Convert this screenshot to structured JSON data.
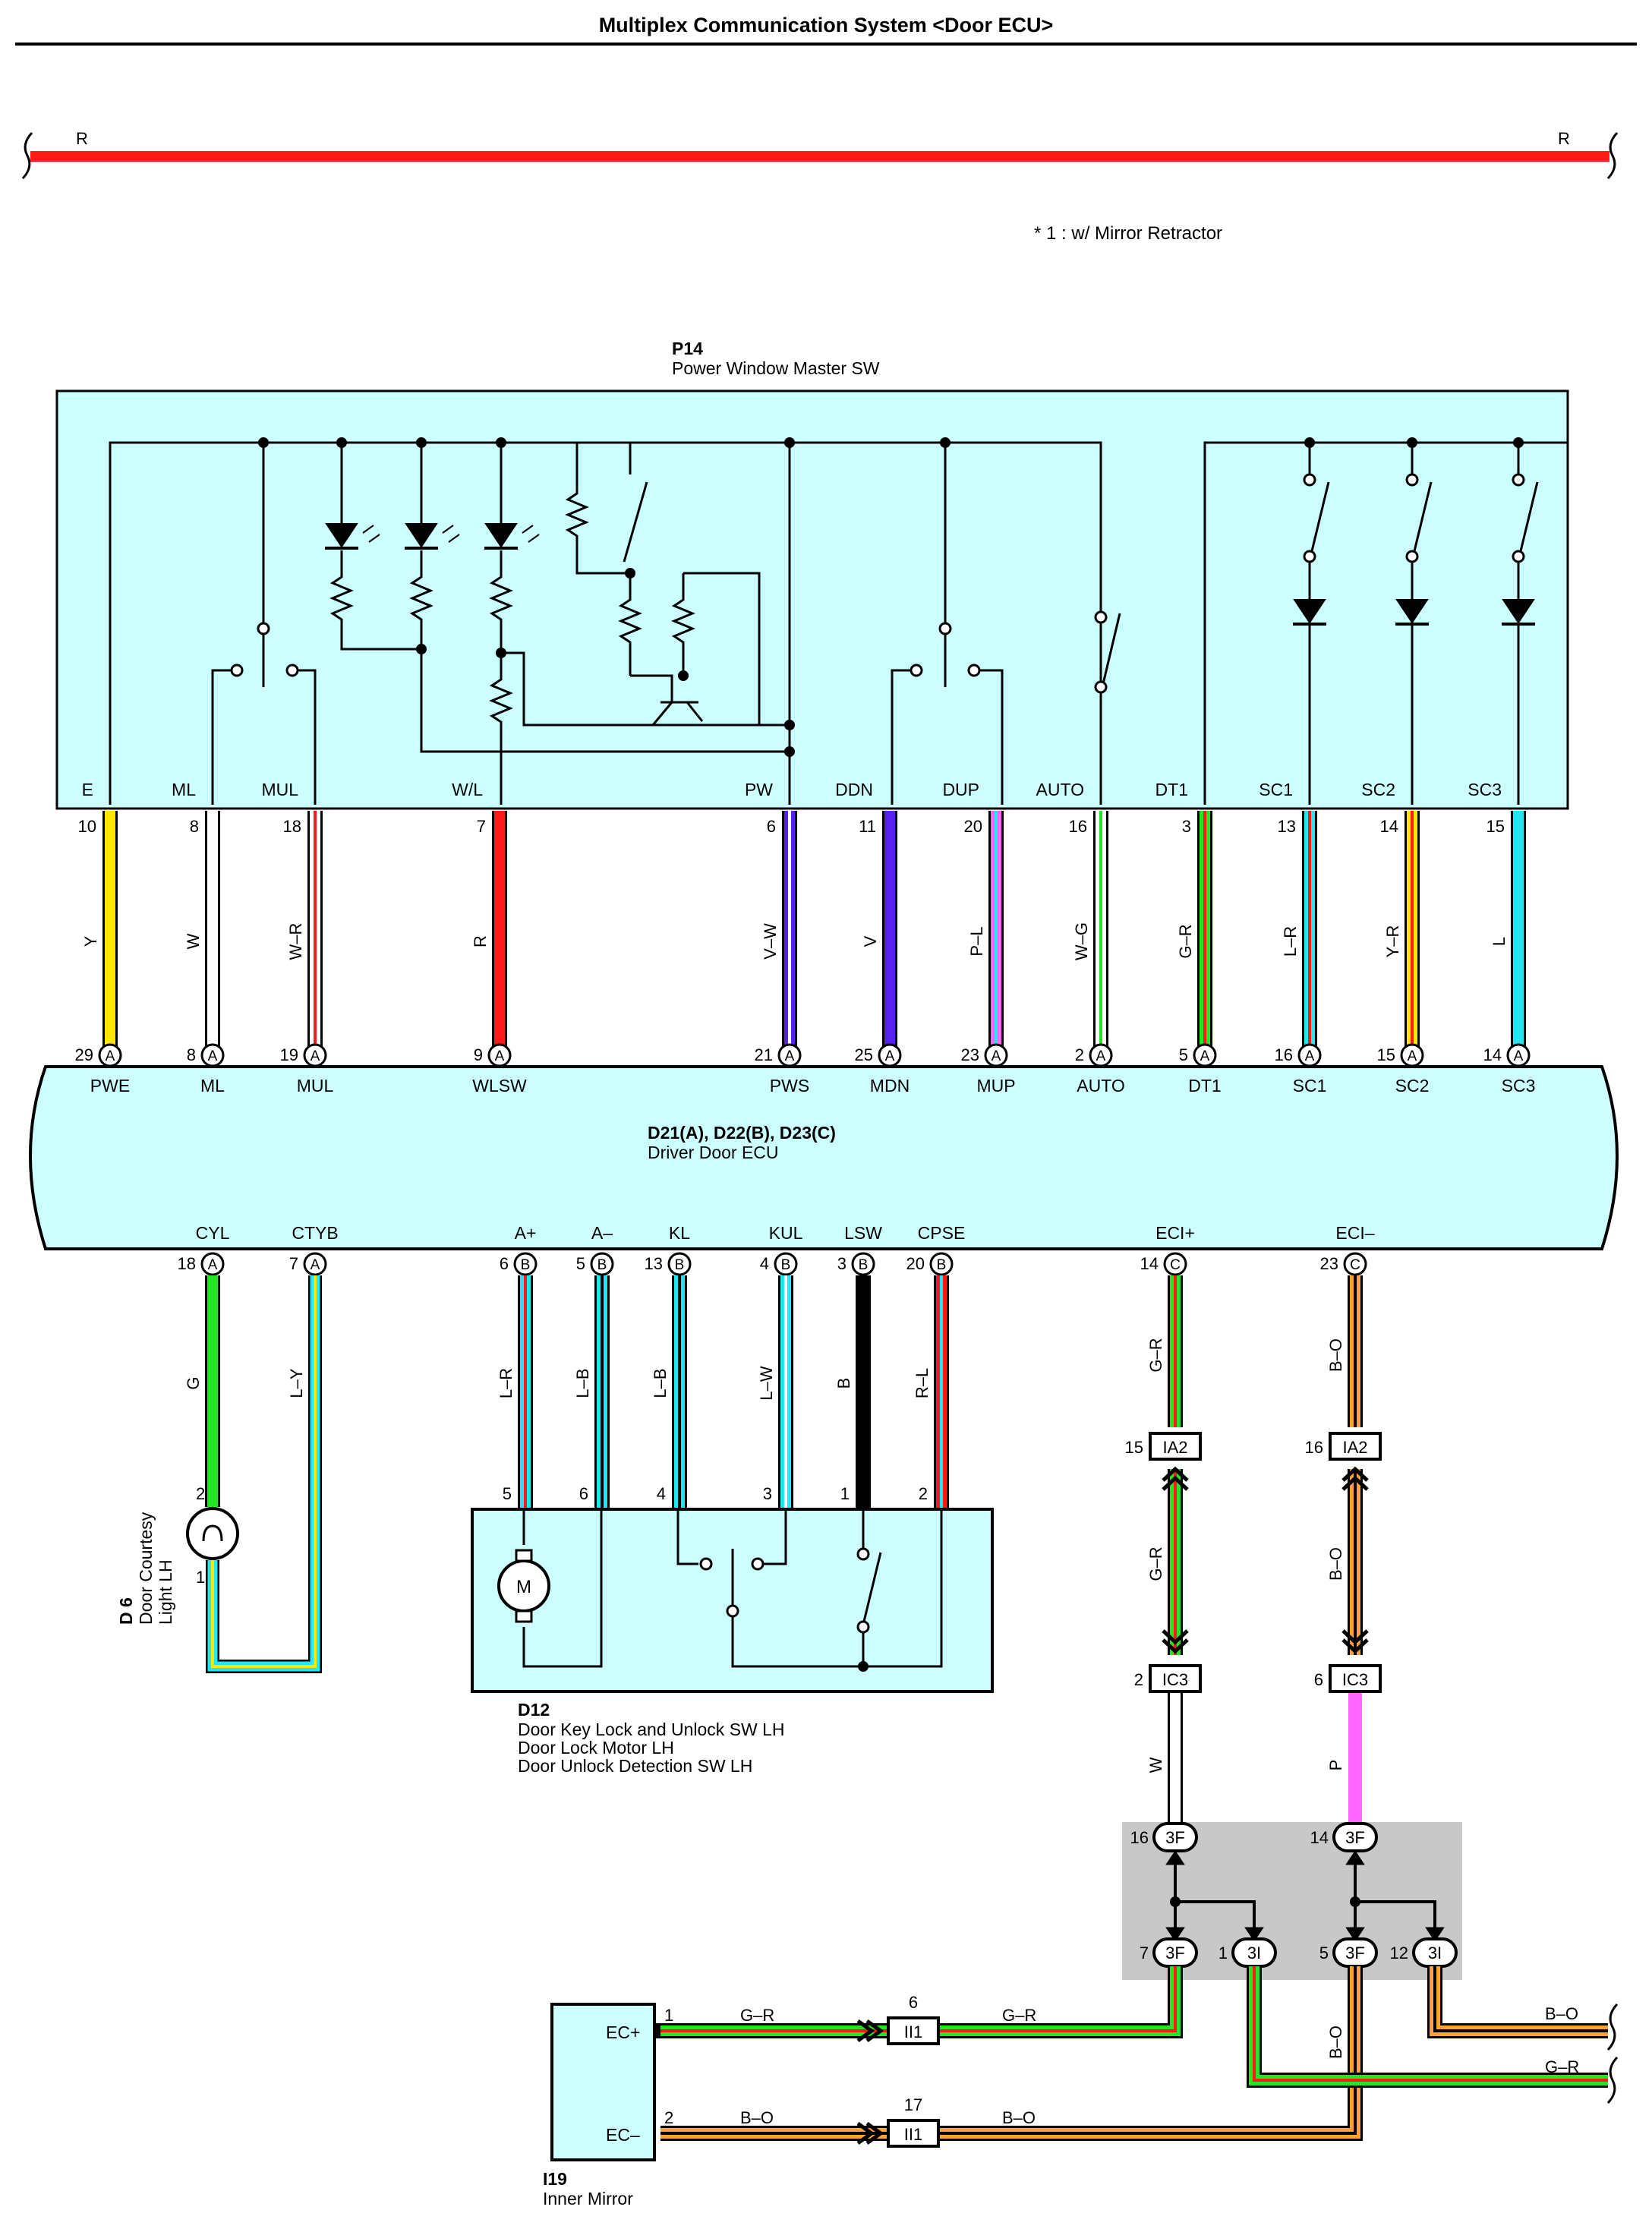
{
  "title": "Multiplex Communication System <Door ECU>",
  "power_wire": {
    "left": "R",
    "right": "R"
  },
  "footnote": "* 1 : w/ Mirror Retractor",
  "colors": {
    "R": "#ff1a1a",
    "Y": "#ffe600",
    "W": "#ffffff",
    "G": "#22e622",
    "L": "#22e6f2",
    "V": "#5522ee",
    "P": "#ff66ff",
    "B": "#000000",
    "O": "#ffa233",
    "box": "#ccffff",
    "splice": "#c8c8c8"
  },
  "p14": {
    "code": "P14",
    "name": "Power Window Master SW",
    "terminals": [
      {
        "label": "E",
        "pin": "10",
        "wire": "Y",
        "ecu_pin": "29",
        "ecu_conn": "A",
        "ecu_label": "PWE"
      },
      {
        "label": "ML",
        "pin": "8",
        "wire": "W",
        "ecu_pin": "8",
        "ecu_conn": "A",
        "ecu_label": "ML"
      },
      {
        "label": "MUL",
        "pin": "18",
        "wire": "W–R",
        "ecu_pin": "19",
        "ecu_conn": "A",
        "ecu_label": "MUL"
      },
      {
        "label": "W/L",
        "pin": "7",
        "wire": "R",
        "ecu_pin": "9",
        "ecu_conn": "A",
        "ecu_label": "WLSW"
      },
      {
        "label": "PW",
        "pin": "6",
        "wire": "V–W",
        "ecu_pin": "21",
        "ecu_conn": "A",
        "ecu_label": "PWS"
      },
      {
        "label": "DDN",
        "pin": "11",
        "wire": "V",
        "ecu_pin": "25",
        "ecu_conn": "A",
        "ecu_label": "MDN"
      },
      {
        "label": "DUP",
        "pin": "20",
        "wire": "P–L",
        "ecu_pin": "23",
        "ecu_conn": "A",
        "ecu_label": "MUP"
      },
      {
        "label": "AUTO",
        "pin": "16",
        "wire": "W–G",
        "ecu_pin": "2",
        "ecu_conn": "A",
        "ecu_label": "AUTO"
      },
      {
        "label": "DT1",
        "pin": "3",
        "wire": "G–R",
        "ecu_pin": "5",
        "ecu_conn": "A",
        "ecu_label": "DT1"
      },
      {
        "label": "SC1",
        "pin": "13",
        "wire": "L–R",
        "ecu_pin": "16",
        "ecu_conn": "A",
        "ecu_label": "SC1"
      },
      {
        "label": "SC2",
        "pin": "14",
        "wire": "Y–R",
        "ecu_pin": "15",
        "ecu_conn": "A",
        "ecu_label": "SC2"
      },
      {
        "label": "SC3",
        "pin": "15",
        "wire": "L",
        "ecu_pin": "14",
        "ecu_conn": "A",
        "ecu_label": "SC3"
      }
    ]
  },
  "ecu": {
    "code": "D21(A), D22(B), D23(C)",
    "name": "Driver Door ECU",
    "bottom_terminals": [
      {
        "label": "CYL",
        "pin": "18",
        "conn": "A",
        "wire": "G"
      },
      {
        "label": "CTYB",
        "pin": "7",
        "conn": "A",
        "wire": "L–Y"
      },
      {
        "label": "A+",
        "pin": "6",
        "conn": "B",
        "wire": "L–R"
      },
      {
        "label": "A–",
        "pin": "5",
        "conn": "B",
        "wire": "L–B"
      },
      {
        "label": "KL",
        "pin": "13",
        "conn": "B",
        "wire": "L–B"
      },
      {
        "label": "KUL",
        "pin": "4",
        "conn": "B",
        "wire": "L–W"
      },
      {
        "label": "LSW",
        "pin": "3",
        "conn": "B",
        "wire": "B"
      },
      {
        "label": "CPSE",
        "pin": "20",
        "conn": "B",
        "wire": "R–L"
      },
      {
        "label": "ECI+",
        "pin": "14",
        "conn": "C",
        "wire": "G–R"
      },
      {
        "label": "ECI–",
        "pin": "23",
        "conn": "C",
        "wire": "B–O"
      }
    ]
  },
  "d6": {
    "code": "D 6",
    "name_line1": "Door Courtesy",
    "name_line2": "Light LH",
    "pin_top": "2",
    "pin_bottom": "1"
  },
  "d12": {
    "code": "D12",
    "lines": [
      "Door Key Lock and Unlock SW LH",
      "Door Lock Motor LH",
      "Door Unlock Detection SW LH"
    ],
    "pins": [
      "5",
      "6",
      "4",
      "3",
      "1",
      "2"
    ],
    "motor": "M"
  },
  "ia2_left": {
    "pin": "15",
    "label": "IA2",
    "wire_below": "G–R"
  },
  "ia2_right": {
    "pin": "16",
    "label": "IA2",
    "wire_below": "B–O"
  },
  "ic3_left": {
    "pin": "2",
    "label": "IC3",
    "wire_below": "W"
  },
  "ic3_right": {
    "pin": "6",
    "label": "IC3",
    "wire_below": "P"
  },
  "splice": {
    "top_left": {
      "pin": "16",
      "label": "3F"
    },
    "top_right": {
      "pin": "14",
      "label": "3F"
    },
    "bottom": [
      {
        "pin": "7",
        "label": "3F"
      },
      {
        "pin": "1",
        "label": "3I"
      },
      {
        "pin": "5",
        "label": "3F"
      },
      {
        "pin": "12",
        "label": "3I"
      }
    ],
    "wire_below_right": "B–O"
  },
  "i19": {
    "code": "I19",
    "name": "Inner Mirror",
    "terminals": [
      {
        "label": "EC+",
        "pin": "1",
        "wire": "G–R"
      },
      {
        "label": "EC–",
        "pin": "2",
        "wire": "B–O"
      }
    ]
  },
  "ii1_top": {
    "pin": "6",
    "label": "II1",
    "wire_after": "G–R"
  },
  "ii1_bottom": {
    "pin": "17",
    "label": "II1",
    "wire_after": "B–O"
  },
  "right_exits": [
    {
      "wire": "B–O"
    },
    {
      "wire": "G–R"
    }
  ]
}
